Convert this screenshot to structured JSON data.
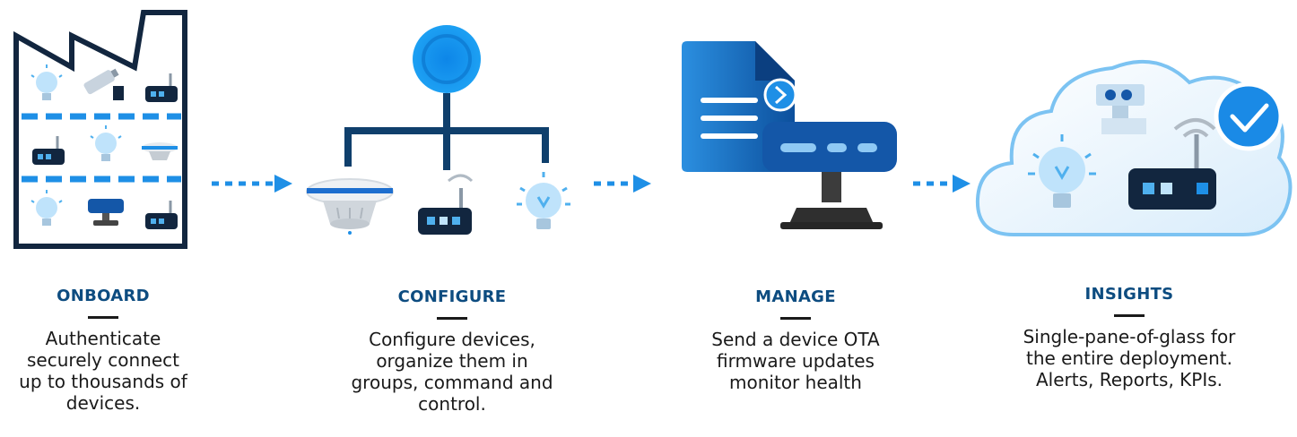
{
  "stages": [
    {
      "title": "ONBOARD",
      "description": "Authenticate securely connect up to thousands of devices.",
      "icon": "factory-icon"
    },
    {
      "title": "CONFIGURE",
      "description": "Configure devices, organize them in groups, command and control.",
      "icon": "device-tree-icon"
    },
    {
      "title": "MANAGE",
      "description": "Send a device OTA firmware updates monitor health",
      "icon": "firmware-update-icon"
    },
    {
      "title": "INSIGHTS",
      "description": "Single-pane-of-glass for the entire deployment. Alerts, Reports, KPIs.",
      "icon": "cloud-insights-icon"
    }
  ],
  "colors": {
    "title": "#0d4c80",
    "accent": "#1e8fe6",
    "text": "#1a1a1a",
    "dark": "#12263f"
  }
}
